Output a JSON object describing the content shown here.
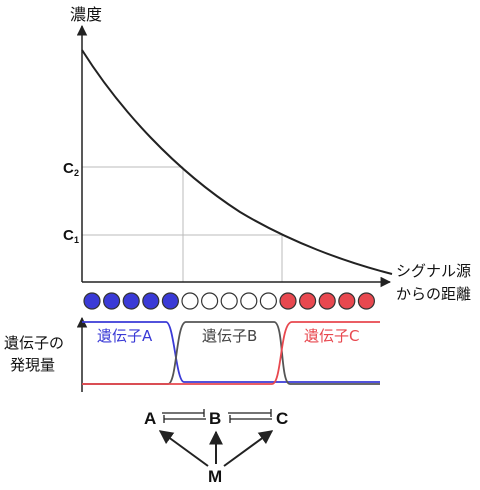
{
  "graph": {
    "y_axis_label": "濃度",
    "x_axis_label_line1": "シグナル源",
    "x_axis_label_line2": "からの距離",
    "c2_label": "C",
    "c2_sub": "2",
    "c1_label": "C",
    "c1_sub": "1"
  },
  "cells": {
    "colors": {
      "blue": "#3a3ad6",
      "white": "#ffffff",
      "red": "#e8484f"
    },
    "sequence": [
      "blue",
      "blue",
      "blue",
      "blue",
      "blue",
      "white",
      "white",
      "white",
      "white",
      "white",
      "red",
      "red",
      "red",
      "red",
      "red"
    ]
  },
  "expression": {
    "y_label_line1": "遺伝子の",
    "y_label_line2": "発現量",
    "gene_a": "遺伝子A",
    "gene_b": "遺伝子B",
    "gene_c": "遺伝子C",
    "colors": {
      "a": "#3a3ad6",
      "b": "#555555",
      "c": "#e8484f"
    }
  },
  "network": {
    "node_a": "A",
    "node_b": "B",
    "node_c": "C",
    "node_m": "M"
  }
}
